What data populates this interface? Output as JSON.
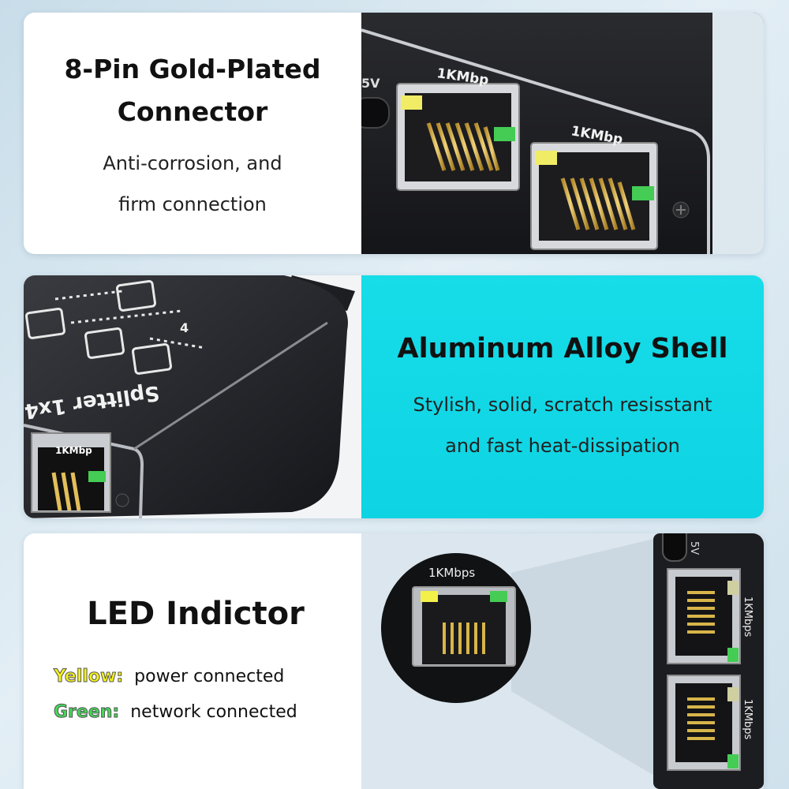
{
  "panel1": {
    "title_line1": "8-Pin Gold-Plated",
    "title_line2": "Connector",
    "desc_line1": "Anti-corrosion, and",
    "desc_line2": "firm connection",
    "device": {
      "power_label": "5V",
      "port1_label": "1KMbp",
      "port2_label": "1KMbp"
    }
  },
  "panel2": {
    "title": "Aluminum Alloy Shell",
    "desc_line1": "Stylish, solid, scratch resisstant",
    "desc_line2": "and fast heat-dissipation",
    "device": {
      "case_text": "Splitter 1x4",
      "port_number": "4",
      "port_label": "1KMbp"
    }
  },
  "panel3": {
    "title": "LED Indictor",
    "legend": [
      {
        "key": "Yellow:",
        "text": "power connected",
        "color": "#f4f21b"
      },
      {
        "key": "Green:",
        "text": "network connected",
        "color": "#46d85a"
      }
    ],
    "device": {
      "zoom_label": "1KMbps",
      "power_label": "5V",
      "port1_label": "1KMbps",
      "port2_label": "1KMbps"
    }
  },
  "colors": {
    "cyan_panel": "#17dde9",
    "led_yellow": "#f4f21b",
    "led_green": "#46d85a",
    "gold_pin": "#d8b54a",
    "device_black": "#1c1d20"
  }
}
